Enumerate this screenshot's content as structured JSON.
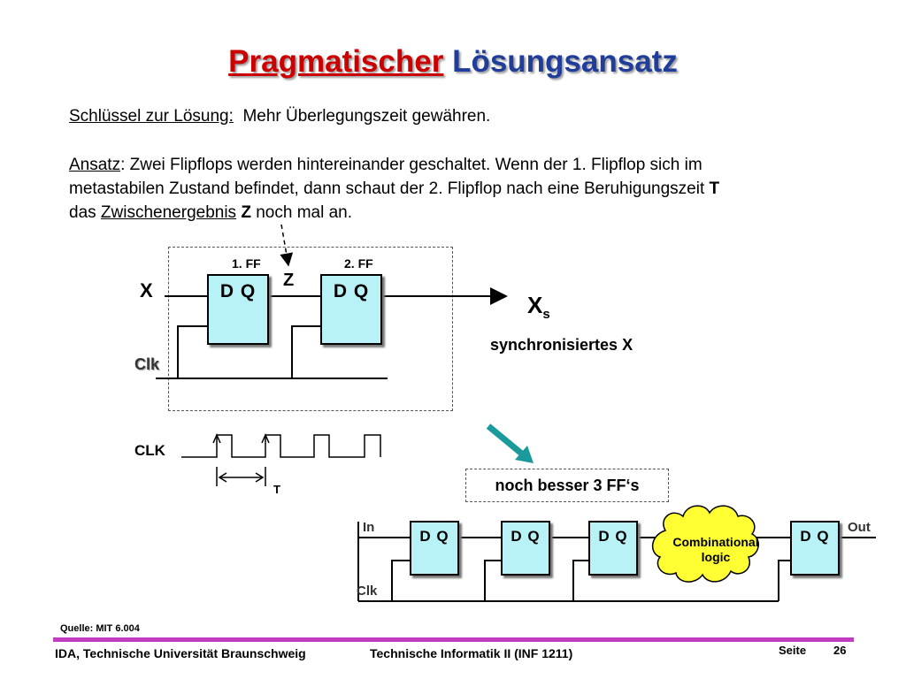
{
  "title": {
    "word1": "Pragmatischer",
    "word2": "Lösungsansatz"
  },
  "key": {
    "label": "Schlüssel zur Lösung:",
    "text": "Mehr Überlegungszeit gewähren."
  },
  "approach": {
    "label": "Ansatz",
    "line1_rest": ": Zwei Flipflops werden hintereinander geschaltet. Wenn der 1. Flipflop sich im",
    "line2a": "metastabilen Zustand befindet, dann schaut der 2. Flipflop nach eine Beruhigungszeit ",
    "line2_T": "T",
    "line3a": "das ",
    "line3_link": "Zwischenergebnis",
    "line3_Z": "Z",
    "line3_rest": " noch mal an."
  },
  "diagram1": {
    "ff1_label": "1. FF",
    "ff2_label": "2. FF",
    "dq": "D Q",
    "x": "X",
    "z": "Z",
    "xs_main": "X",
    "xs_sub": "s",
    "clk": "Clk",
    "sync": "synchronisiertes X"
  },
  "timing": {
    "clk": "CLK",
    "t": "T"
  },
  "callout": "noch besser 3 FF‘s",
  "diagram2": {
    "in": "In",
    "clk": "Clk",
    "out": "Out",
    "dq": "D Q",
    "comb1": "Combinational",
    "comb2": "logic"
  },
  "source": "Quelle: MIT 6.004",
  "footer": {
    "left": "IDA, Technische Universität Braunschweig",
    "center": "Technische Informatik II (INF 1211)",
    "seite": "Seite",
    "page": "26"
  },
  "colors": {
    "title_red": "#cc0000",
    "title_blue": "#1f3d99",
    "ff_fill": "#b8f2f7",
    "cloud_fill": "#ffff33",
    "arrow_teal": "#1a9a9a",
    "footer_line": "#c23cc0"
  }
}
